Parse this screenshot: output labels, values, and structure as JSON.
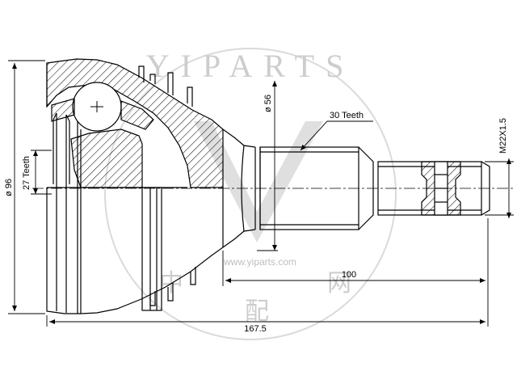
{
  "dimensions": {
    "outer_diameter": "ø 96",
    "inner_teeth": "27 Teeth",
    "flange_diameter": "ø 56",
    "spline_teeth": "30 Teeth",
    "thread": "M22X1.5",
    "shaft_length": "100",
    "overall_length": "167.5"
  },
  "watermark": {
    "brand": "YIPARTS",
    "url": "www.yiparts.com",
    "chars": [
      "中",
      "配",
      "网"
    ]
  },
  "colors": {
    "line": "#000000",
    "watermark": "#c8c8c8"
  }
}
